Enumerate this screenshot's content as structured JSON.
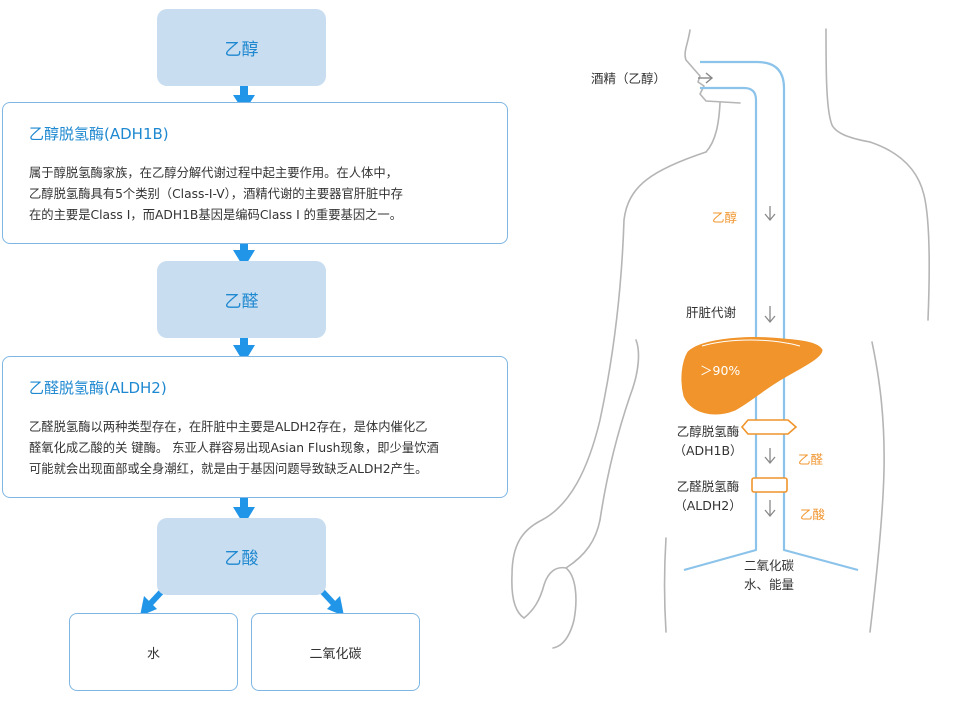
{
  "flow": {
    "ethanol": "乙醇",
    "adh1b": {
      "title": "乙醇脱氢酶(ADH1B)",
      "lines": [
        "属于醇脱氢酶家族，在乙醇分解代谢过程中起主要作用。在人体中，",
        "乙醇脱氢酶具有5个类别（Class-I-V），酒精代谢的主要器官肝脏中存",
        "在的主要是Class I，而ADH1B基因是编码Class I 的重要基因之一。"
      ]
    },
    "acetaldehyde": "乙醛",
    "aldh2": {
      "title": "乙醛脱氢酶(ALDH2)",
      "lines": [
        "乙醛脱氢酶以两种类型存在，在肝脏中主要是ALDH2存在，是体内催化乙",
        "醛氧化成乙酸的关 键酶。 东亚人群容易出现Asian Flush现象，即少量饮酒",
        "可能就会出现面部或全身潮红，就是由于基因问题导致缺乏ALDH2产生。"
      ]
    },
    "acetic_acid": "乙酸",
    "water": "水",
    "co2": "二氧化碳"
  },
  "figure": {
    "intake": "酒精（乙醇）",
    "ethanol": "乙醇",
    "liver_metabolism": "肝脏代谢",
    "liver_share": "＞90%",
    "adh_name": "乙醇脱氢酶",
    "adh_code": "（ADH1B）",
    "acetaldehyde": "乙醛",
    "aldh_name": "乙醛脱氢酶",
    "aldh_code": "（ALDH2）",
    "acetic_acid": "乙酸",
    "out_line1": "二氧化碳",
    "out_line2": "水、能量"
  },
  "colors": {
    "node_fill": "#c9ddf1",
    "arrow_blue": "#2196e8",
    "liver_orange": "#f0942b",
    "tube_blue": "#8cc3ea"
  }
}
